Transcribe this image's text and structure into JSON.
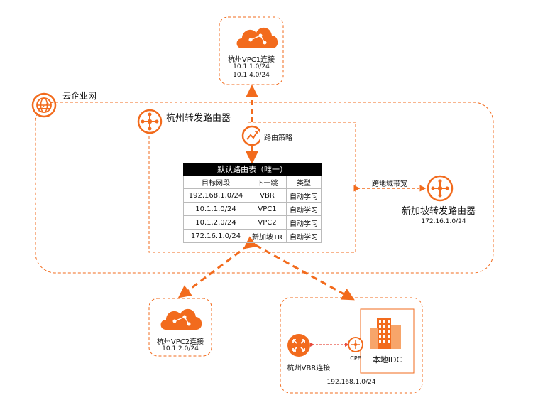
{
  "vpc1": {
    "title": "杭州VPC1连接",
    "cidrs": [
      "10.1.1.0/24",
      "10.1.4.0/24"
    ]
  },
  "cen": {
    "title": "云企业网"
  },
  "hz_tr": {
    "title": "杭州转发路由器"
  },
  "policy": {
    "label": "路由策略"
  },
  "route_table": {
    "title": "默认路由表（唯一）",
    "headers": [
      "目标网段",
      "下一跳",
      "类型"
    ],
    "rows": [
      [
        "192.168.1.0/24",
        "VBR",
        "自动学习"
      ],
      [
        "10.1.1.0/24",
        "VPC1",
        "自动学习"
      ],
      [
        "10.1.2.0/24",
        "VPC2",
        "自动学习"
      ],
      [
        "172.16.1.0/24",
        "新加坡TR",
        "自动学习"
      ]
    ]
  },
  "bandwidth": {
    "label": "跨地域带宽"
  },
  "sg_tr": {
    "title": "新加坡转发路由器",
    "cidr": "172.16.1.0/24"
  },
  "vpc2": {
    "title": "杭州VPC2连接",
    "cidr": "10.1.2.0/24"
  },
  "idc": {
    "vbr_label": "杭州VBR连接",
    "cpe_label": "CPE",
    "idc_label": "本地IDC",
    "cidr": "192.168.1.0/24"
  },
  "colors": {
    "accent": "#f26b1d",
    "ink": "#111111"
  }
}
